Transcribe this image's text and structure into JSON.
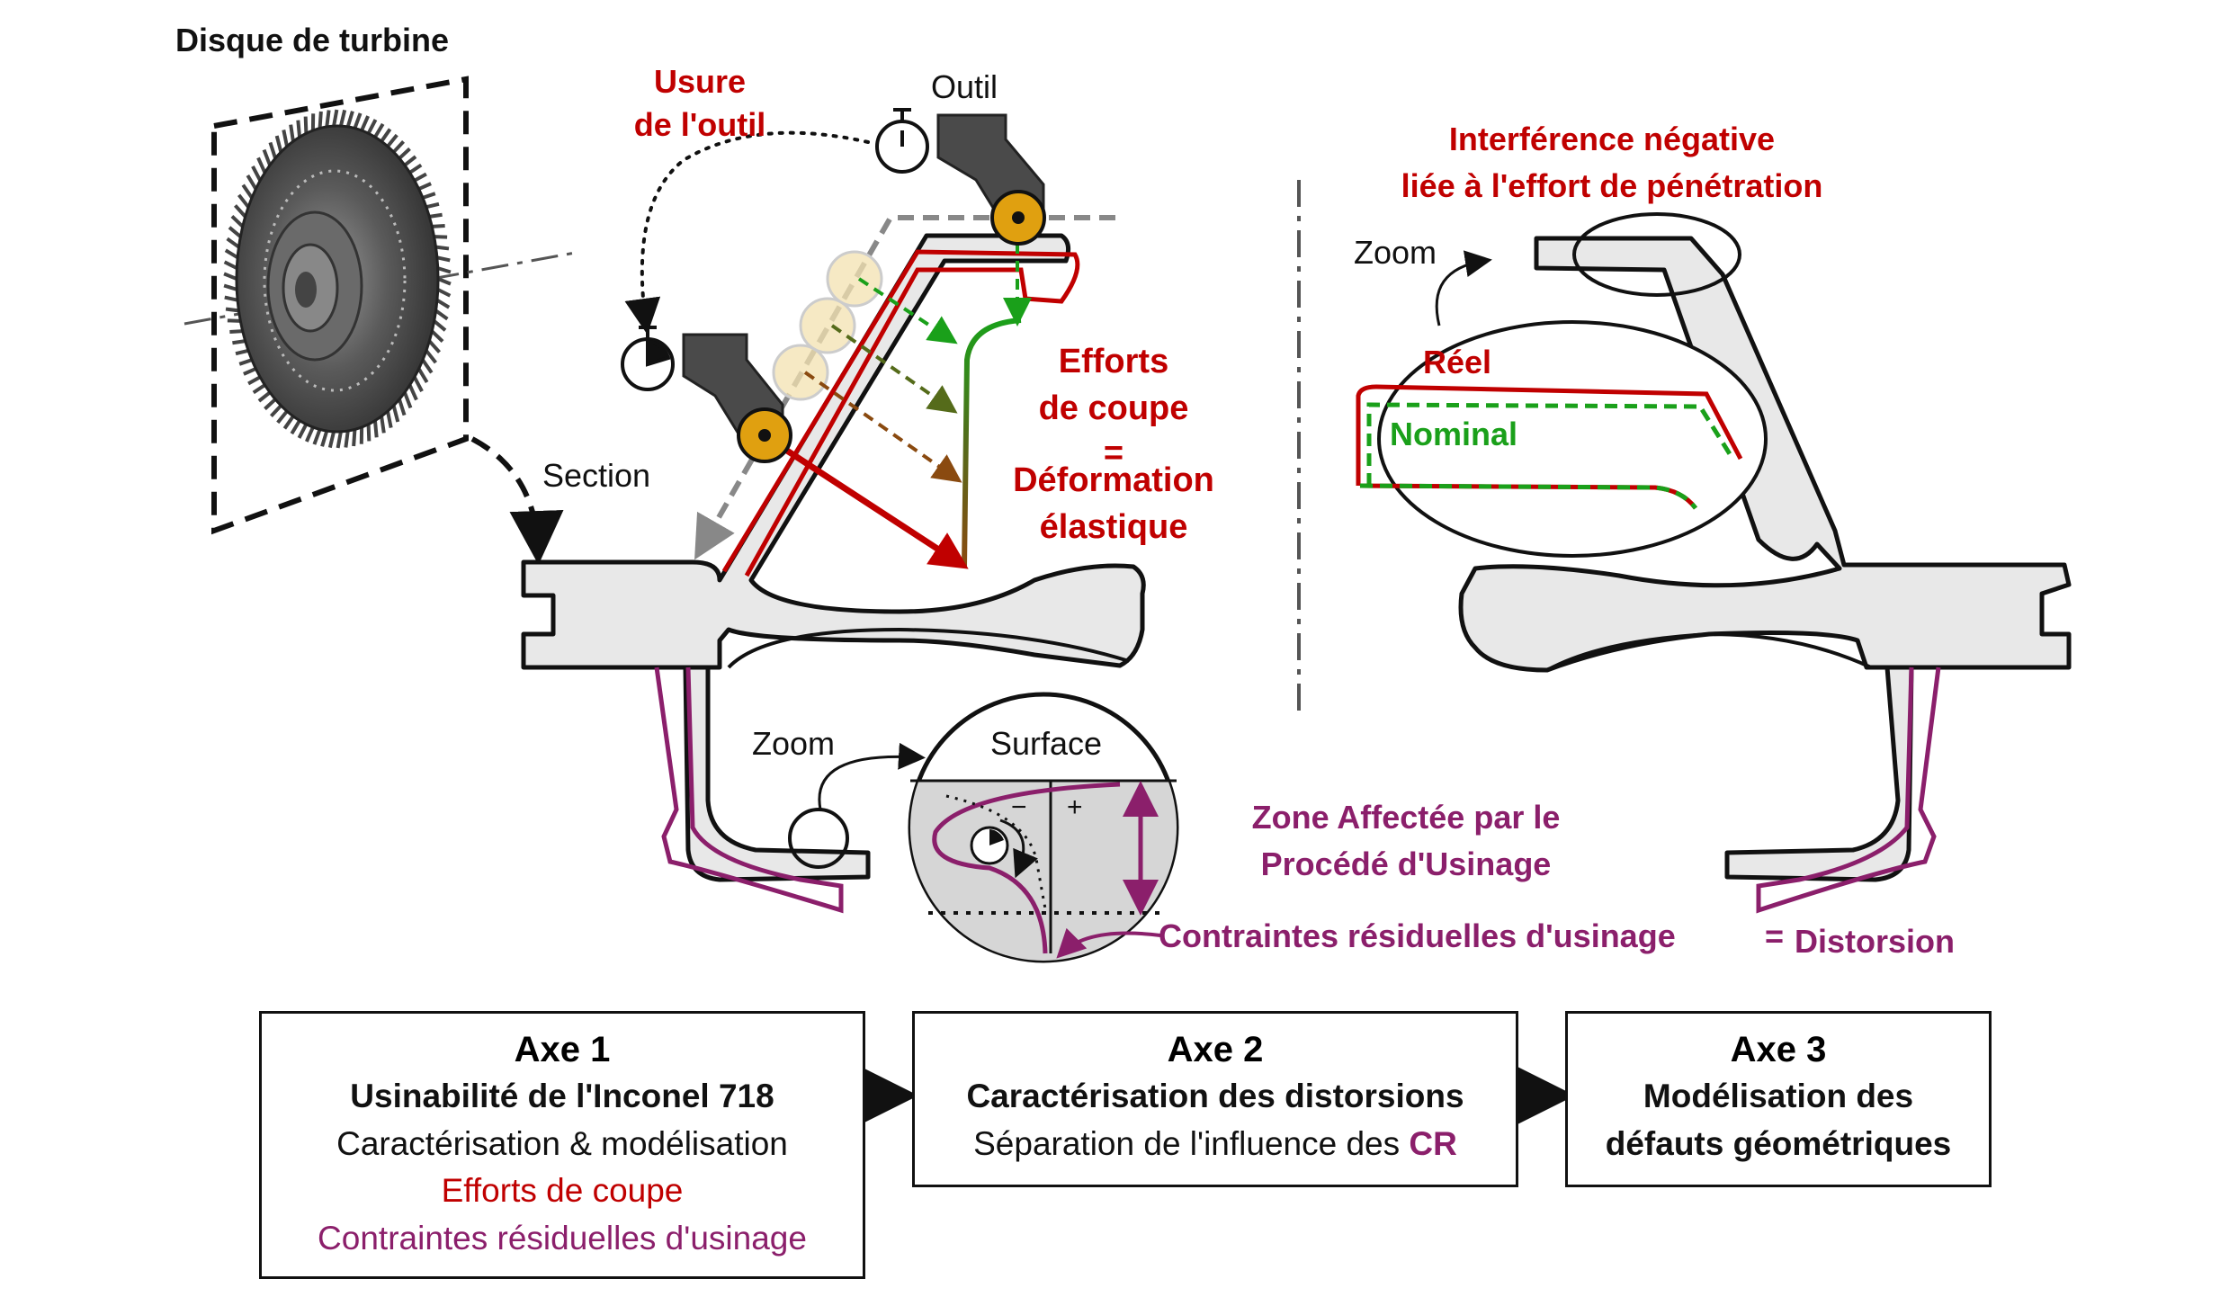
{
  "labels": {
    "disk_title": "Disque de turbine",
    "tool": "Outil",
    "tool_wear": [
      "Usure",
      "de l'outil"
    ],
    "section": "Section",
    "cutting_forces": [
      "Efforts",
      "de coupe",
      "=",
      "Déformation",
      "élastique"
    ],
    "negative_interference": [
      "Interférence négative",
      "liée à l'effort de pénétration"
    ],
    "zoom_right": "Zoom",
    "real": "Réel",
    "nominal": "Nominal",
    "zoom_bottom": "Zoom",
    "surface": "Surface",
    "plus": "+",
    "minus": "−",
    "affected_zone": [
      "Zone Affectée par le",
      "Procédé d'Usinage"
    ],
    "residual_stresses": "Contraintes résiduelles d'usinage",
    "equals": "=",
    "distortion": "Distorsion"
  },
  "axes": [
    {
      "title": "Axe 1",
      "lines": [
        {
          "text": "Usinabilité de l'Inconel 718",
          "style": "bold"
        },
        {
          "text": "Caractérisation & modélisation",
          "style": "normal"
        },
        {
          "text": "Efforts de coupe",
          "style": "red"
        },
        {
          "text": "Contraintes résiduelles d'usinage",
          "style": "purple"
        }
      ]
    },
    {
      "title": "Axe 2",
      "lines": [
        {
          "text": "Caractérisation des distorsions",
          "style": "bold"
        },
        {
          "text": "Séparation de l'influence des",
          "style": "normal",
          "suffix": "CR"
        }
      ]
    },
    {
      "title": "Axe 3",
      "lines": [
        {
          "text": "Modélisation des",
          "style": "bold"
        },
        {
          "text": "défauts géométriques",
          "style": "bold"
        }
      ]
    }
  ],
  "colors": {
    "red": "#c00000",
    "green": "#1aa01a",
    "purple": "#8b1f6b",
    "part_fill": "#e8e8e8",
    "tool_fill": "#4a4a4a",
    "tool_insert": "#e0a010"
  },
  "icons": [
    "turbine-disk-icon",
    "stopwatch-icon",
    "tool-holder-icon"
  ]
}
